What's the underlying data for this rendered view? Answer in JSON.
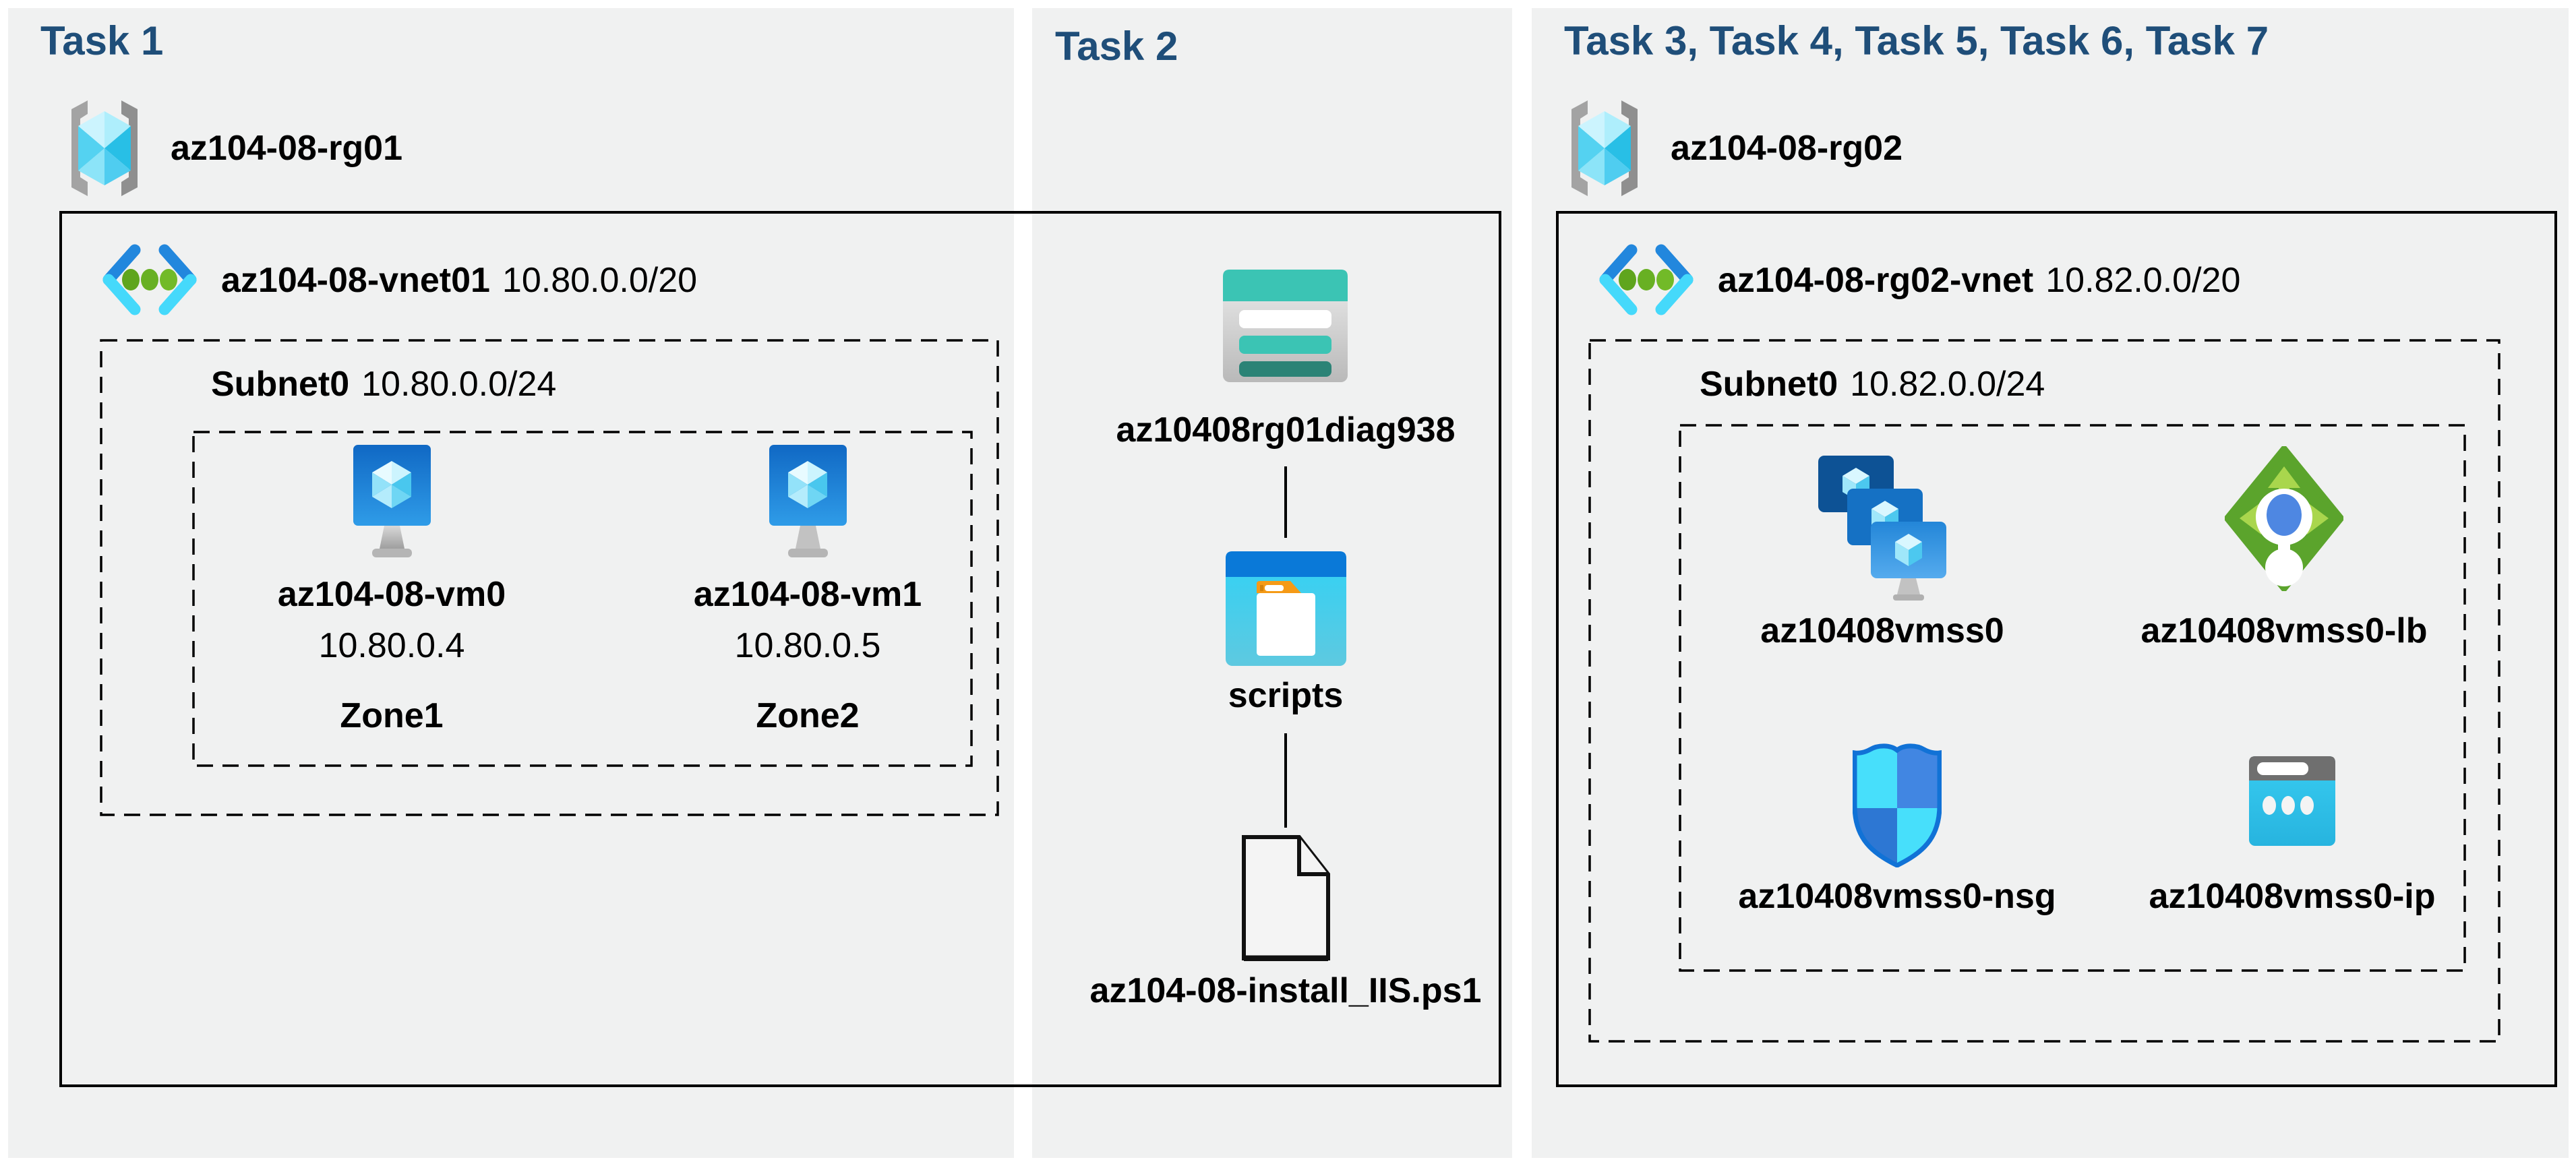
{
  "colors": {
    "panel_background": "#f0f1f1",
    "task_title": "#1f4e79",
    "label_text": "#000000",
    "connector_line": "#000000",
    "box_border": "#000000"
  },
  "task1": {
    "title": "Task 1",
    "resource_group": {
      "name": "az104-08-rg01",
      "icon": "resource-group-icon"
    },
    "vnet": {
      "name": "az104-08-vnet01",
      "cidr": "10.80.0.0/20",
      "icon": "virtual-network-icon"
    },
    "subnet": {
      "name": "Subnet0",
      "cidr": "10.80.0.0/24"
    },
    "vms": [
      {
        "name": "az104-08-vm0",
        "ip": "10.80.0.4",
        "zone": "Zone1",
        "icon": "virtual-machine-icon"
      },
      {
        "name": "az104-08-vm1",
        "ip": "10.80.0.5",
        "zone": "Zone2",
        "icon": "virtual-machine-icon"
      }
    ]
  },
  "task2": {
    "title": "Task 2",
    "storage_account": {
      "name": "az10408rg01diag938",
      "icon": "storage-account-icon"
    },
    "container": {
      "name": "scripts",
      "icon": "blob-container-icon"
    },
    "script_file": {
      "name": "az104-08-install_IIS.ps1",
      "icon": "powershell-file-icon"
    }
  },
  "task3": {
    "title": "Task 3, Task 4, Task 5, Task 6, Task 7",
    "resource_group": {
      "name": "az104-08-rg02",
      "icon": "resource-group-icon"
    },
    "vnet": {
      "name": "az104-08-rg02-vnet",
      "cidr": "10.82.0.0/20",
      "icon": "virtual-network-icon"
    },
    "subnet": {
      "name": "Subnet0",
      "cidr": "10.82.0.0/24"
    },
    "resources": [
      {
        "name": "az10408vmss0",
        "icon": "vm-scale-set-icon"
      },
      {
        "name": "az10408vmss0-lb",
        "icon": "load-balancer-icon"
      },
      {
        "name": "az10408vmss0-nsg",
        "icon": "network-security-group-icon"
      },
      {
        "name": "az10408vmss0-ip",
        "icon": "public-ip-icon"
      }
    ]
  }
}
